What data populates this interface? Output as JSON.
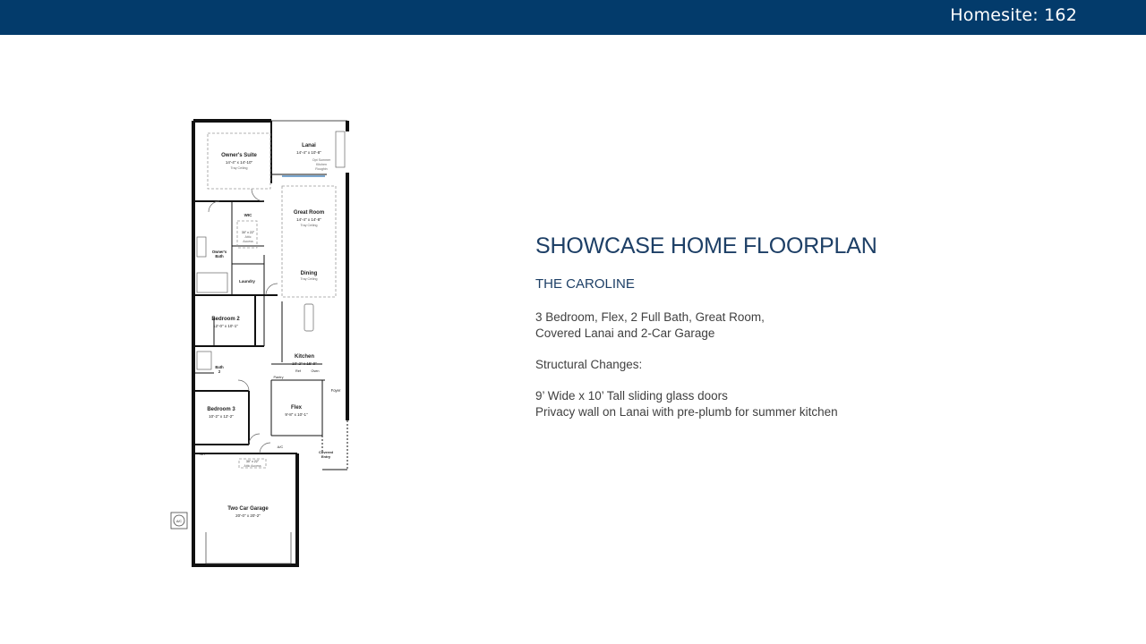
{
  "header": {
    "homesite": "Homesite: 162",
    "bar_color": "#033b6b"
  },
  "floorplan": {
    "rooms": {
      "owners_suite": "Owner's Suite",
      "owners_suite_dim": "14'-4\" x 14'-10\"",
      "owners_suite_note": "Tray Ceiling",
      "lanai": "Lanai",
      "lanai_dim": "14'-4\" x 10'-8\"",
      "lanai_note1": "Opt Summer",
      "lanai_note2": "Kitchen",
      "lanai_note3": "Roughin",
      "wic": "WIC",
      "attic": "30\" x 22\"",
      "attic_note": "Attic",
      "attic_note2": "Access",
      "great_room": "Great Room",
      "great_room_dim": "14'-4\" x 14'-8\"",
      "great_room_note": "Tray Ceiling",
      "owners_bath": "Owner's",
      "owners_bath2": "Bath",
      "laundry": "Laundry",
      "dining": "Dining",
      "dining_note": "Tray Ceiling",
      "bedroom2": "Bedroom 2",
      "bedroom2_dim": "12'-0\" x 10'-1\"",
      "kitchen": "Kitchen",
      "kitchen_dim": "10'-2\" x 15'-9\"",
      "bath2": "Bath",
      "bath2_num": "2",
      "pantry": "Pantry",
      "ref": "Ref",
      "oven": "Oven",
      "foyer": "Foyer",
      "flex": "Flex",
      "flex_dim": "9'-8\" x 10'-1\"",
      "bedroom3": "Bedroom 3",
      "bedroom3_dim": "10'-2\" x 12'-2\"",
      "ac": "A/C",
      "covered_entry": "Covered",
      "covered_entry2": "Entry",
      "attic2": "30\" x 22\"",
      "attic2_note": "Attic Access",
      "wh": "WH",
      "garage": "Two Car Garage",
      "garage_dim": "20'-0\" x 20'-2\"",
      "ac_outside": "A/C"
    }
  },
  "info": {
    "title": "SHOWCASE HOME FLOORPLAN",
    "model": "THE CAROLINE",
    "features_line1": "3 Bedroom, Flex, 2 Full Bath, Great Room,",
    "features_line2": "Covered Lanai and 2-Car Garage",
    "structural_heading": "Structural Changes:",
    "change1": "9’ Wide x 10’ Tall sliding glass doors",
    "change2": "Privacy wall on Lanai with pre-plumb for summer kitchen",
    "title_color": "#1d3f66"
  }
}
